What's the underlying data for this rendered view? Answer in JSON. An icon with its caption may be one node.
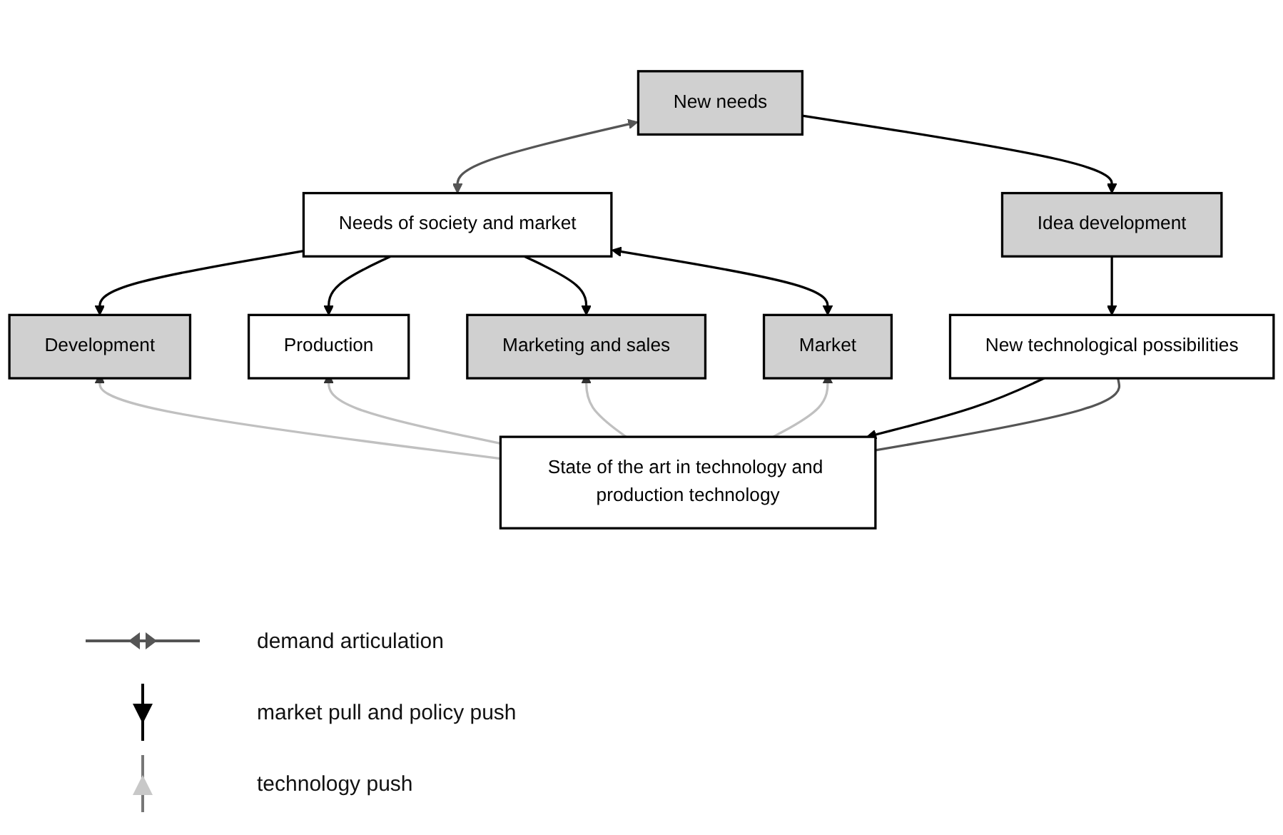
{
  "diagram": {
    "nodes": [
      {
        "text": [
          "New needs"
        ]
      },
      {
        "text": [
          "Needs of society and market"
        ]
      },
      {
        "text": [
          "Idea development"
        ]
      },
      {
        "text": [
          "Development"
        ]
      },
      {
        "text": [
          "Production"
        ]
      },
      {
        "text": [
          "Marketing and sales"
        ]
      },
      {
        "text": [
          "Market"
        ]
      },
      {
        "text": [
          "New technological possibilities"
        ]
      },
      {
        "text": [
          "State of the art in technology and production technology"
        ]
      }
    ],
    "edges": [
      {
        "from": 0,
        "to": 1,
        "arrow": "both",
        "color": "#555555"
      },
      {
        "from": 0,
        "to": 2,
        "arrow": "to"
      },
      {
        "from": 1,
        "to": 3,
        "arrow": "to"
      },
      {
        "from": 1,
        "to": 4,
        "arrow": "to"
      },
      {
        "from": 1,
        "to": 5,
        "arrow": "to"
      },
      {
        "from": 1,
        "to": 6,
        "arrow": "both"
      },
      {
        "from": 2,
        "to": 7,
        "arrow": "to"
      },
      {
        "from": 8,
        "to": 3,
        "arrow": "to",
        "color": "#c0c0c0"
      },
      {
        "from": 8,
        "to": 4,
        "arrow": "to",
        "color": "#c0c0c0"
      },
      {
        "from": 8,
        "to": 5,
        "arrow": "to",
        "color": "#c0c0c0"
      },
      {
        "from": 8,
        "to": 6,
        "arrow": "to",
        "color": "#c0c0c0"
      },
      {
        "from": 7,
        "to": 8,
        "arrow": "to"
      },
      {
        "from": 7,
        "to": 8,
        "arrow": "none",
        "color": "#555555"
      }
    ],
    "legend": [
      {
        "text": "demand articulation"
      },
      {
        "text": "market pull and policy push"
      },
      {
        "text": "technology push"
      }
    ]
  }
}
